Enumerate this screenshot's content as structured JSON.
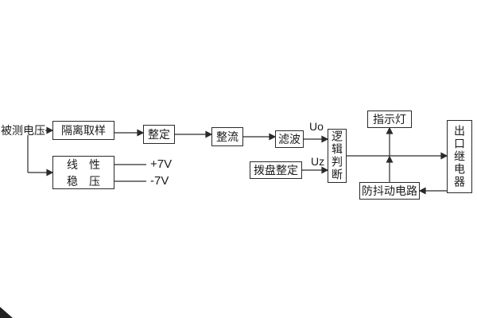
{
  "diagram": {
    "nodes": {
      "source": "被测电压",
      "isolation": "隔离取样",
      "setting": "整定",
      "rectifier": "整流",
      "filter": "滤波",
      "dial": "拨盘整定",
      "logic": "逻辑判断",
      "indicator": "指示灯",
      "relay": "出口继电器",
      "antijitter": "防抖动电路",
      "regulator_line1": "线　性",
      "regulator_line2": "稳　压"
    },
    "signals": {
      "uo": "Uo",
      "uz": "Uz",
      "pos7": "+7V",
      "neg7": "-7V"
    },
    "colors": {
      "line": "#2a2a2a",
      "text": "#1a1a1a",
      "background": "#ffffff"
    }
  }
}
